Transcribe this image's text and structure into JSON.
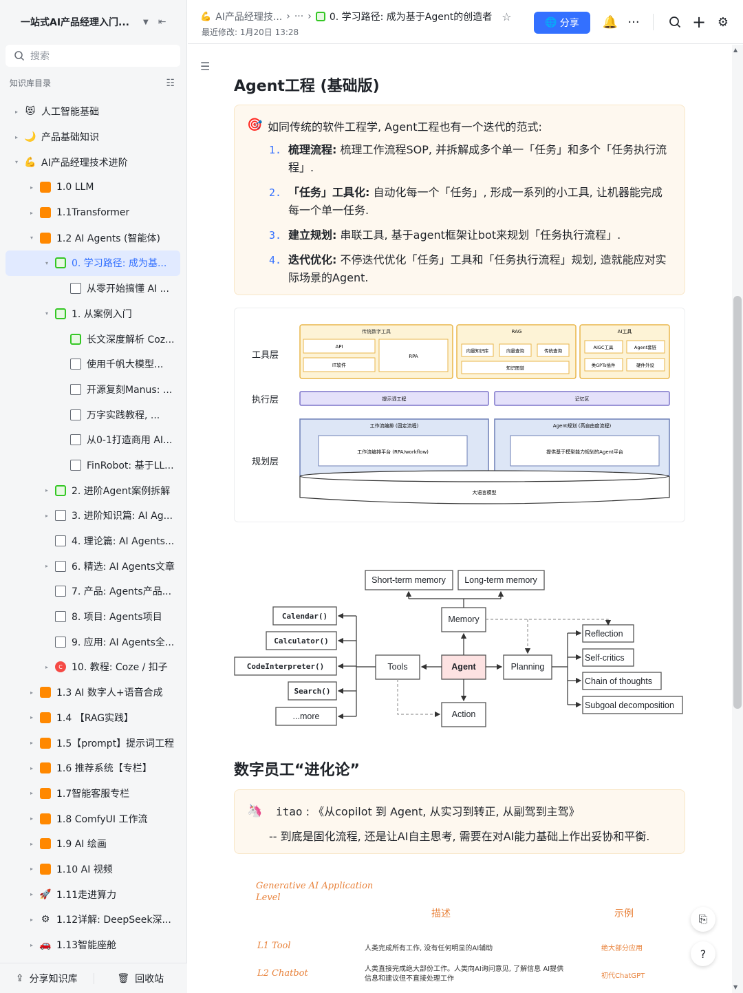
{
  "sidebar": {
    "title": "一站式AI产品经理入门...",
    "search_placeholder": "搜索",
    "section_label": "知识库目录",
    "items": [
      {
        "label": "人工智能基础",
        "indent": 0,
        "arrow": "▸",
        "icon": "emoji",
        "glyph": "😻"
      },
      {
        "label": "产品基础知识",
        "indent": 0,
        "arrow": "▸",
        "icon": "emoji",
        "glyph": "🌙"
      },
      {
        "label": "AI产品经理技术进阶",
        "indent": 0,
        "arrow": "▾",
        "icon": "emoji",
        "glyph": "💪"
      },
      {
        "label": "1.0 LLM",
        "indent": 1,
        "arrow": "▸",
        "icon": "orange",
        "glyph": ""
      },
      {
        "label": "1.1Transformer",
        "indent": 1,
        "arrow": "▸",
        "icon": "orange",
        "glyph": ""
      },
      {
        "label": "1.2 AI Agents (智能体)",
        "indent": 1,
        "arrow": "▾",
        "icon": "orange",
        "glyph": ""
      },
      {
        "label": "0. 学习路径: 成为基...",
        "indent": 2,
        "arrow": "▾",
        "icon": "green",
        "glyph": "",
        "active": true
      },
      {
        "label": "从零开始搞懂 AI ...",
        "indent": 3,
        "arrow": "",
        "icon": "doc",
        "glyph": ""
      },
      {
        "label": "1. 从案例入门",
        "indent": 2,
        "arrow": "▾",
        "icon": "green",
        "glyph": ""
      },
      {
        "label": "长文深度解析 Coz...",
        "indent": 3,
        "arrow": "",
        "icon": "green",
        "glyph": ""
      },
      {
        "label": "使用千帆大模型...",
        "indent": 3,
        "arrow": "",
        "icon": "doc",
        "glyph": ""
      },
      {
        "label": "开源复刻Manus: ...",
        "indent": 3,
        "arrow": "",
        "icon": "doc",
        "glyph": ""
      },
      {
        "label": "万字实践教程, ...",
        "indent": 3,
        "arrow": "",
        "icon": "doc",
        "glyph": ""
      },
      {
        "label": "从0-1打造商用 AI...",
        "indent": 3,
        "arrow": "",
        "icon": "doc",
        "glyph": ""
      },
      {
        "label": "FinRobot: 基于LL...",
        "indent": 3,
        "arrow": "",
        "icon": "doc",
        "glyph": ""
      },
      {
        "label": "2. 进阶Agent案例拆解",
        "indent": 2,
        "arrow": "▸",
        "icon": "green",
        "glyph": ""
      },
      {
        "label": "3. 进阶知识篇: AI Ag...",
        "indent": 2,
        "arrow": "▸",
        "icon": "doc",
        "glyph": ""
      },
      {
        "label": "4. 理论篇: AI Agents...",
        "indent": 2,
        "arrow": "",
        "icon": "bitable",
        "glyph": ""
      },
      {
        "label": "6. 精选: AI Agents文章",
        "indent": 2,
        "arrow": "▸",
        "icon": "bitable",
        "glyph": ""
      },
      {
        "label": "7. 产品: Agents产品...",
        "indent": 2,
        "arrow": "",
        "icon": "bitable",
        "glyph": ""
      },
      {
        "label": "8. 项目: Agents项目",
        "indent": 2,
        "arrow": "",
        "icon": "bitable",
        "glyph": ""
      },
      {
        "label": "9. 应用: AI Agents全...",
        "indent": 2,
        "arrow": "",
        "icon": "bitable",
        "glyph": ""
      },
      {
        "label": "10. 教程: Coze / 扣子",
        "indent": 2,
        "arrow": "▸",
        "icon": "red",
        "glyph": "C"
      },
      {
        "label": "1.3 AI 数字人+语音合成",
        "indent": 1,
        "arrow": "▸",
        "icon": "orange",
        "glyph": ""
      },
      {
        "label": "1.4 【RAG实践】",
        "indent": 1,
        "arrow": "▸",
        "icon": "orange",
        "glyph": ""
      },
      {
        "label": "1.5【prompt】提示词工程",
        "indent": 1,
        "arrow": "▸",
        "icon": "orange",
        "glyph": ""
      },
      {
        "label": "1.6 推荐系统【专栏】",
        "indent": 1,
        "arrow": "▸",
        "icon": "orange",
        "glyph": ""
      },
      {
        "label": "1.7智能客服专栏",
        "indent": 1,
        "arrow": "▸",
        "icon": "orange",
        "glyph": ""
      },
      {
        "label": "1.8 ComfyUI 工作流",
        "indent": 1,
        "arrow": "▸",
        "icon": "orange",
        "glyph": ""
      },
      {
        "label": "1.9 AI 绘画",
        "indent": 1,
        "arrow": "▸",
        "icon": "orange",
        "glyph": ""
      },
      {
        "label": "1.10 AI 视频",
        "indent": 1,
        "arrow": "▸",
        "icon": "orange",
        "glyph": ""
      },
      {
        "label": "1.11走进算力",
        "indent": 1,
        "arrow": "▸",
        "icon": "emoji",
        "glyph": "🚀"
      },
      {
        "label": "1.12详解: DeepSeek深...",
        "indent": 1,
        "arrow": "▸",
        "icon": "emoji",
        "glyph": "⚙"
      },
      {
        "label": "1.13智能座舱",
        "indent": 1,
        "arrow": "▸",
        "icon": "emoji",
        "glyph": "🚗"
      }
    ],
    "footer": {
      "share": "分享知识库",
      "trash": "回收站"
    }
  },
  "topbar": {
    "crumb1": "AI产品经理技...",
    "crumb_more": "···",
    "crumb_current": "0. 学习路径: 成为基于Agent的创造者",
    "modified": "最近修改: 1月20日 13:28",
    "share_label": "分享"
  },
  "doc": {
    "h2_agent": "Agent工程 (基础版)",
    "callout1_intro": "如同传统的软件工程学, Agent工程也有一个迭代的范式:",
    "steps": [
      {
        "num": "1.",
        "title": "梳理流程:",
        "text": " 梳理工作流程SOP, 并拆解成多个单一「任务」和多个「任务执行流程」."
      },
      {
        "num": "2.",
        "title": "「任务」工具化:",
        "text": " 自动化每一个「任务」, 形成一系列的小工具, 让机器能完成每一个单一任务."
      },
      {
        "num": "3.",
        "title": "建立规划:",
        "text": " 串联工具, 基于agent框架让bot来规划「任务执行流程」."
      },
      {
        "num": "4.",
        "title": "迭代优化:",
        "text": " 不停迭代优化「任务」工具和「任务执行流程」规划, 造就能应对实际场景的Agent."
      }
    ],
    "h2_digital": "数字员工“进化论”",
    "callout2_name": "itao",
    "callout2_sep": ":",
    "callout2_quote": "《从copilot 到 Agent, 从实习到转正, 从副驾到主驾》",
    "callout2_line2": "-- 到底是固化流程, 还是让AI自主思考, 需要在对AI能力基础上作出妥协和平衡."
  },
  "diagram1": {
    "layers": [
      "工具层",
      "执行层",
      "规划层"
    ],
    "group1": {
      "title": "传统数字工具",
      "items": [
        "API",
        "IT软件",
        "RPA"
      ]
    },
    "group2": {
      "title": "RAG",
      "items": [
        "向量知识库",
        "向量查询",
        "传统查询",
        "知识图谱"
      ]
    },
    "group3": {
      "title": "AI工具",
      "items": [
        "AIGC工具",
        "Agent套链",
        "类GPTs插件",
        "硬件外设"
      ]
    },
    "exec": [
      "提示词工程",
      "记忆区"
    ],
    "plan_left_title": "工作流编排 (固定流程)",
    "plan_left_inner": "工作流编排平台 (RPA/workflow)",
    "plan_right_title": "Agent规划 (高自由度流程)",
    "plan_right_inner": "提供基于模型能力规划的Agent平台",
    "base": "大语言模型"
  },
  "diagram2": {
    "short_mem": "Short-term memory",
    "long_mem": "Long-term memory",
    "memory": "Memory",
    "agent": "Agent",
    "tools": "Tools",
    "planning": "Planning",
    "action": "Action",
    "tool_list": [
      "Calendar()",
      "Calculator()",
      "CodeInterpreter()",
      "Search()",
      "...more"
    ],
    "plan_list": [
      "Reflection",
      "Self-critics",
      "Chain of thoughts",
      "Subgoal decomposition"
    ]
  },
  "table_preview": {
    "title": "Generative AI Application Level",
    "col_desc": "描述",
    "col_example": "示例",
    "rows": [
      {
        "level": "L1 Tool",
        "desc": "人类完成所有工作, 没有任何明显的AI辅助",
        "example": "绝大部分应用"
      },
      {
        "level": "L2 Chatbot",
        "desc": "人类直接完成绝大部份工作。人类向AI询问意见, 了解信息 AI提供信息和建议但不直接处理工作",
        "example": "初代ChatGPT"
      }
    ]
  },
  "colors": {
    "accent": "#3370ff",
    "callout_bg": "#fef8ef",
    "agent_fill": "#fde2e2",
    "table_orange": "#e8823b"
  }
}
